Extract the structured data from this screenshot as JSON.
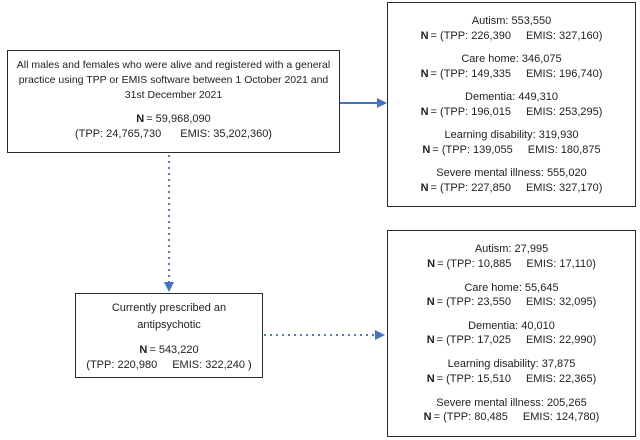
{
  "labels": {
    "n": "N"
  },
  "colors": {
    "arrow_solid": "#4472c4",
    "arrow_dotted": "#5578ba",
    "box_border": "#2b2b2b"
  },
  "population_box": {
    "lines": [
      "All males and females  who were alive and registered with a general",
      "practice using TPP or EMIS software between 1 October 2021 and",
      "31st December 2021"
    ],
    "n_value": "= 59,968,090",
    "tpp": "(TPP: 24,765,730",
    "emis": "EMIS: 35,202,360)"
  },
  "prescribed_box": {
    "lines": [
      "Currently prescribed an",
      "antipsychotic"
    ],
    "n_value": "= 543,220",
    "tpp": "(TPP: 220,980",
    "emis": "EMIS: 322,240 )"
  },
  "alive_conditions_box": {
    "groups": [
      {
        "title": "Autism: 553,550",
        "tpp": "= (TPP: 226,390",
        "emis": "EMIS: 327,160)"
      },
      {
        "title": "Care home: 346,075",
        "tpp": "= (TPP: 149,335",
        "emis": "EMIS: 196,740)"
      },
      {
        "title": "Dementia: 449,310",
        "tpp": "= (TPP: 196,015",
        "emis": "EMIS: 253,295)"
      },
      {
        "title": "Learning disability: 319,930",
        "tpp": "= (TPP: 139,055",
        "emis": "EMIS: 180,875"
      },
      {
        "title": "Severe mental illness: 555,020",
        "tpp": "= (TPP: 227,850",
        "emis": "EMIS: 327,170)"
      }
    ]
  },
  "prescribed_conditions_box": {
    "groups": [
      {
        "title": "Autism: 27,995",
        "tpp": "= (TPP: 10,885",
        "emis": "EMIS: 17,110)"
      },
      {
        "title": "Care home: 55,645",
        "tpp": "= (TPP: 23,550",
        "emis": "EMIS: 32,095)"
      },
      {
        "title": "Dementia: 40,010",
        "tpp": "= (TPP: 17,025",
        "emis": "EMIS: 22,990)"
      },
      {
        "title": "Learning disability: 37,875",
        "tpp": "= (TPP: 15,510",
        "emis": "EMIS: 22,365)"
      },
      {
        "title": "Severe mental illness: 205,265",
        "tpp": "= (TPP: 80,485",
        "emis": "EMIS: 124,780)"
      }
    ]
  }
}
